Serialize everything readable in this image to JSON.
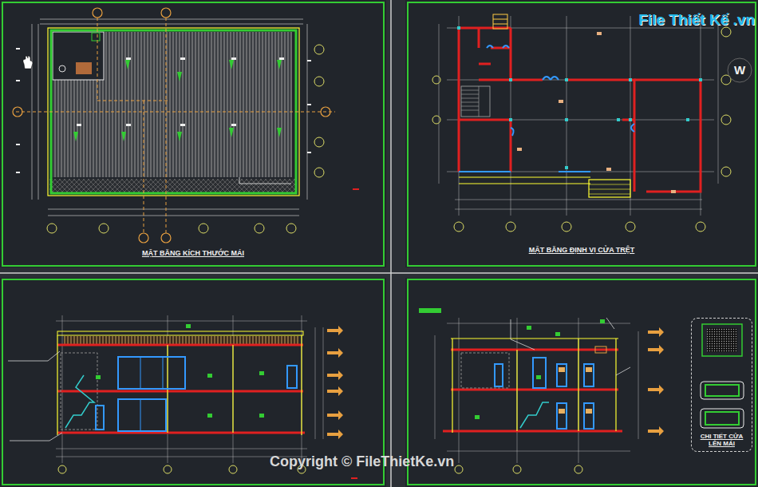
{
  "diagram": {
    "nodes": [
      {
        "text": [
          "MẶT BẰNG KÍCH THƯỚC MÁI"
        ]
      },
      {
        "text": [
          "MẶT BẰNG ĐỊNH VỊ CỬA TRỆT"
        ]
      },
      {
        "text": [
          "CHI TIẾT CỬA LÊN MÁI"
        ]
      }
    ],
    "edges": [],
    "labels": [
      "File Thiết Kế .vn",
      "W",
      "Copyright © FileThietKe.vn"
    ]
  }
}
